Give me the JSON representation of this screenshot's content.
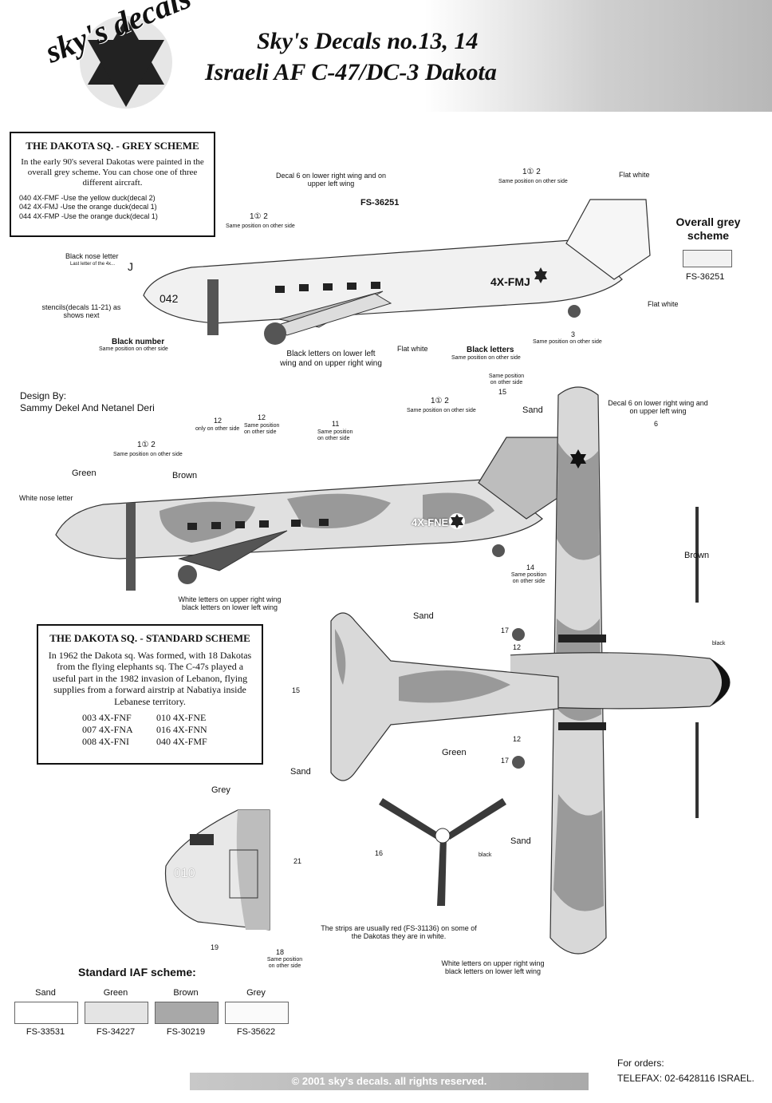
{
  "header": {
    "logo_text": "sky's decals",
    "title_line1": "Sky's Decals no.13, 14",
    "title_line2": "Israeli AF C-47/DC-3 Dakota"
  },
  "grey_scheme_box": {
    "heading": "THE DAKOTA SQ. - GREY SCHEME",
    "body": "In the early 90's several Dakotas were painted in the overall grey scheme. You can chose one of three different aircraft.",
    "aircraft": [
      "040 4X-FMF -Use the yellow duck(decal 2)",
      "042 4X-FMJ -Use the orange duck(decal 1)",
      "044 4X-FMP -Use the orange duck(decal 1)"
    ]
  },
  "overall_grey": {
    "label": "Overall grey scheme",
    "code": "FS-36251",
    "color": "#f2f2f2"
  },
  "grey_profile": {
    "registration": "4X-FMJ",
    "nose_number": "042",
    "nose_letter": "J",
    "callouts": {
      "fs_code": "FS-36251",
      "decal6": "Decal 6 on lower right wing and on upper left wing",
      "duck_top": "1① 2",
      "duck_top_sub": "Same position on other side",
      "duck_mid": "1① 2",
      "duck_mid_sub": "Same position on other side",
      "flat_white_fin": "Flat white",
      "flat_white_tail": "Flat white",
      "flat_white_body": "Flat white",
      "black_nose_letter": "Black nose letter",
      "black_nose_letter_sub": "Last letter of the 4x...",
      "stencils": "stencils(decals 11-21) as shows next",
      "black_number": "Black number",
      "black_number_sub": "Same position on other side",
      "black_letters_wing": "Black letters on lower left wing and on upper right wing",
      "black_letters": "Black letters",
      "black_letters_sub": "Same position on other side",
      "three": "3",
      "three_sub": "Same position on other side"
    }
  },
  "design": {
    "label": "Design By:",
    "names": "Sammy Dekel And Netanel Deri"
  },
  "standard_profile": {
    "registration": "4X-FNE",
    "callouts": {
      "green": "Green",
      "brown": "Brown",
      "white_nose_letter": "White nose letter",
      "duck": "1① 2",
      "duck_sub": "Same position on other side",
      "n12a": "12",
      "n12a_sub": "only on other side",
      "n12b": "12",
      "n12b_sub": "Same position on other side",
      "n11": "11",
      "n11_sub": "Same position on other side",
      "duck2": "1① 2",
      "duck2_sub": "Same position on other side",
      "n15": "15",
      "n15_sub": "Same position on other side",
      "sand_top": "Sand",
      "n14": "14",
      "n14_sub": "Same position on other side",
      "wing_letters": "White letters on upper right wing black letters on lower left wing",
      "sand": "Sand"
    }
  },
  "plan_view": {
    "decal6": "Decal 6 on lower right wing and on upper left wing",
    "six": "6",
    "brown": "Brown",
    "black": "black",
    "n17a": "17",
    "n12a": "12",
    "n12b": "12",
    "n17b": "17",
    "sand": "Sand",
    "wing_letters": "White letters on upper right wing black letters on lower left wing"
  },
  "tail_view": {
    "n15": "15",
    "green": "Green",
    "sand": "Sand"
  },
  "standard_scheme_box": {
    "heading": "THE DAKOTA SQ. - STANDARD SCHEME",
    "body": "In 1962 the Dakota sq. Was formed, with 18 Dakotas from the flying elephants sq. The C-47s played a useful part in the 1982 invasion of Lebanon, flying supplies from a forward airstrip at Nabatiya inside Lebanese territory.",
    "fleet": [
      "003 4X-FNF",
      "010 4X-FNE",
      "007 4X-FNA",
      "016 4X-FNN",
      "008 4X-FNI",
      "040 4X-FMF"
    ]
  },
  "nose_detail": {
    "grey": "Grey",
    "number": "010",
    "n21": "21",
    "n19": "19",
    "n18": "18",
    "n18_sub": "Same position on other side"
  },
  "propeller": {
    "n16": "16",
    "black": "black",
    "note": "The strips are usually red (FS-31136) on some of the Dakotas they are in white."
  },
  "iaf_scheme": {
    "title": "Standard IAF scheme:",
    "swatches": [
      {
        "name": "Sand",
        "code": "FS-33531",
        "color": "#ffffff"
      },
      {
        "name": "Green",
        "code": "FS-34227",
        "color": "#e4e4e4"
      },
      {
        "name": "Brown",
        "code": "FS-30219",
        "color": "#a8a8a8"
      },
      {
        "name": "Grey",
        "code": "FS-35622",
        "color": "#fafafa"
      }
    ]
  },
  "footer": {
    "copyright": "© 2001 sky's decals. all rights reserved.",
    "orders_label": "For orders:",
    "orders_contact": "TELEFAX: 02-6428116 ISRAEL."
  }
}
